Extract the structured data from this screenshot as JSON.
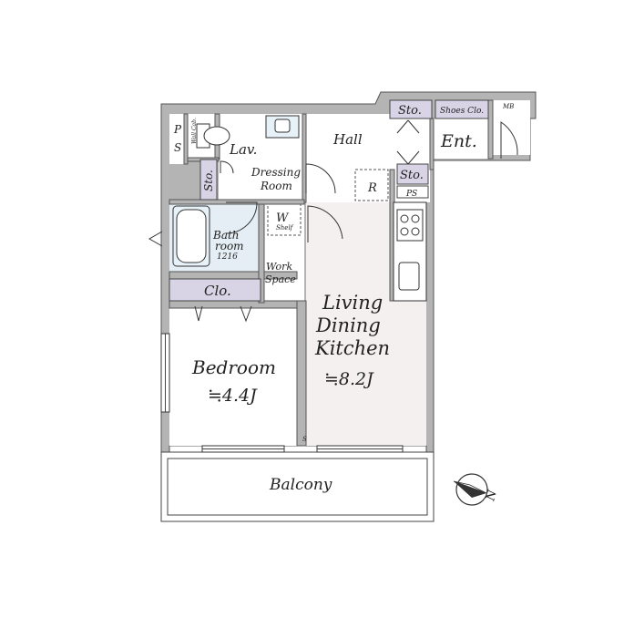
{
  "rooms": {
    "ps": "P\nS",
    "wall_cab": "Wall Cab.",
    "lav": "Lav.",
    "hall": "Hall",
    "storage_top": "Sto.",
    "shoes_clo": "Shoes Clo.",
    "mb": "MB",
    "ent": "Ent.",
    "storage_right": "Sto.",
    "ps_right": "PS",
    "refrigerator": "R",
    "storage_left": "Sto.",
    "dressing_room_line1": "Dressing",
    "dressing_room_line2": "Room",
    "washer": "W",
    "shelf": "Shelf",
    "bathroom_line1": "Bath",
    "bathroom_line2": "room",
    "bathroom_size": "1216",
    "work_space_line1": "Work",
    "work_space_line2": "Space",
    "closet": "Clo.",
    "ldk_line1": "Living",
    "ldk_line2": "Dining",
    "ldk_line3": "Kitchen",
    "ldk_area": "≒8.2J",
    "bedroom": "Bedroom",
    "bedroom_area": "≒4.4J",
    "balcony": "Balcony",
    "small_storage": "S"
  },
  "compass": {
    "north_letter": "N"
  }
}
